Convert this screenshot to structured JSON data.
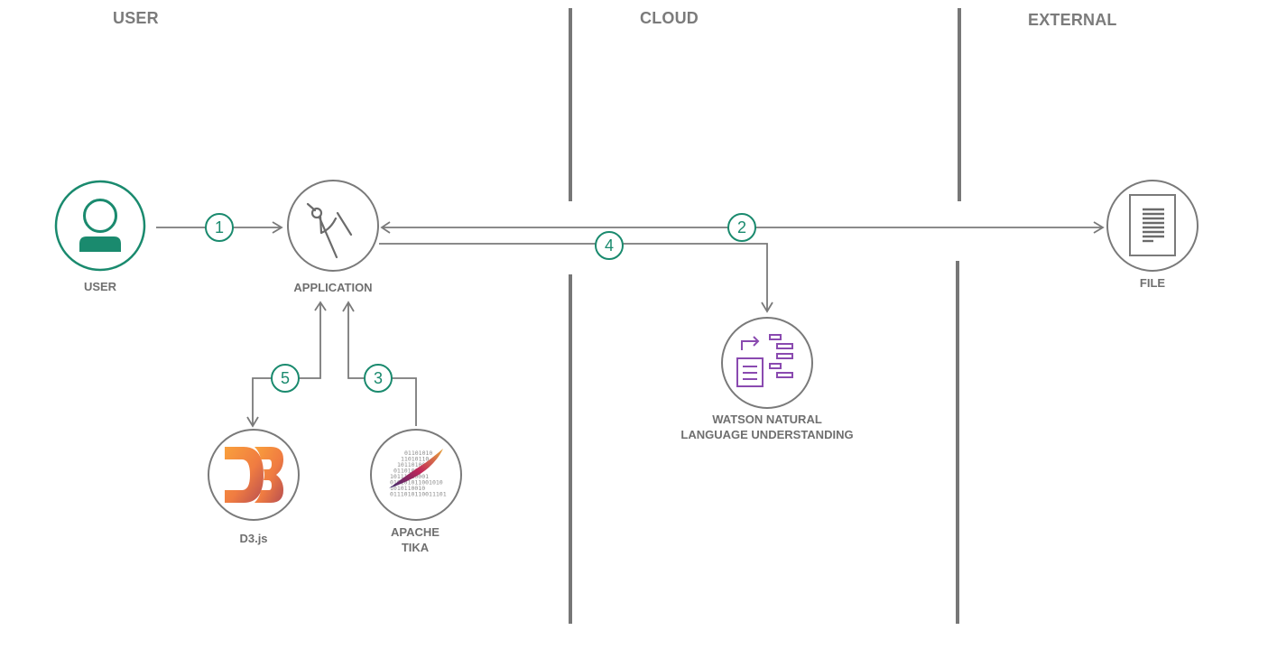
{
  "zones": {
    "user": "USER",
    "cloud": "CLOUD",
    "external": "EXTERNAL"
  },
  "nodes": {
    "user": {
      "label": "USER",
      "icon": "person-icon"
    },
    "application": {
      "label": "APPLICATION",
      "icon": "drafting-compass-icon"
    },
    "file": {
      "label": "FILE",
      "icon": "document-icon"
    },
    "watson": {
      "label_line1": "WATSON NATURAL",
      "label_line2": "LANGUAGE UNDERSTANDING",
      "icon": "nlu-icon"
    },
    "d3": {
      "label": "D3.js",
      "icon": "d3-logo"
    },
    "tika": {
      "label_line1": "APACHE",
      "label_line2": "TIKA",
      "icon": "apache-tika-logo",
      "binary_lines": [
        "01101010",
        "11010110",
        "10110100",
        "01101010",
        "10111010001",
        "010101011001010",
        "1010110010",
        "0111010110011101"
      ]
    }
  },
  "steps": [
    "1",
    "2",
    "3",
    "4",
    "5"
  ],
  "colors": {
    "accent_green": "#1a8a6e",
    "watson_purple": "#8a4ab0",
    "line_gray": "#7a7a7a",
    "divider_gray": "#777777",
    "text_gray": "#6f6f6f"
  }
}
